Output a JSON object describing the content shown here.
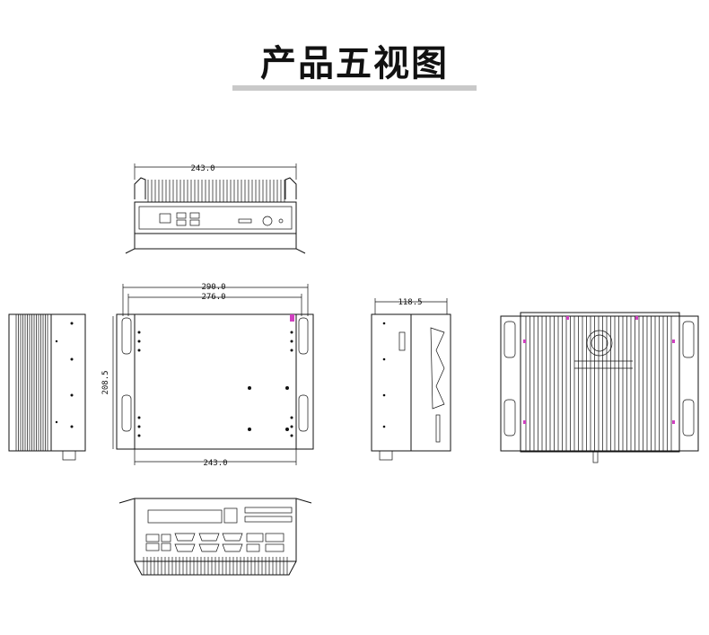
{
  "title": "产品五视图",
  "dimensions": {
    "top_width": "243.0",
    "overall_width": "290.0",
    "inner_width": "276.0",
    "height": "208.5",
    "bottom_width": "243.0",
    "depth": "118.5"
  },
  "colors": {
    "line": "#111111",
    "accent_dots": "#d040c0",
    "underline": "#c9c9c9"
  },
  "views": [
    "top-view",
    "left-side-view",
    "front-view",
    "right-side-view",
    "back-view",
    "bottom-view"
  ]
}
